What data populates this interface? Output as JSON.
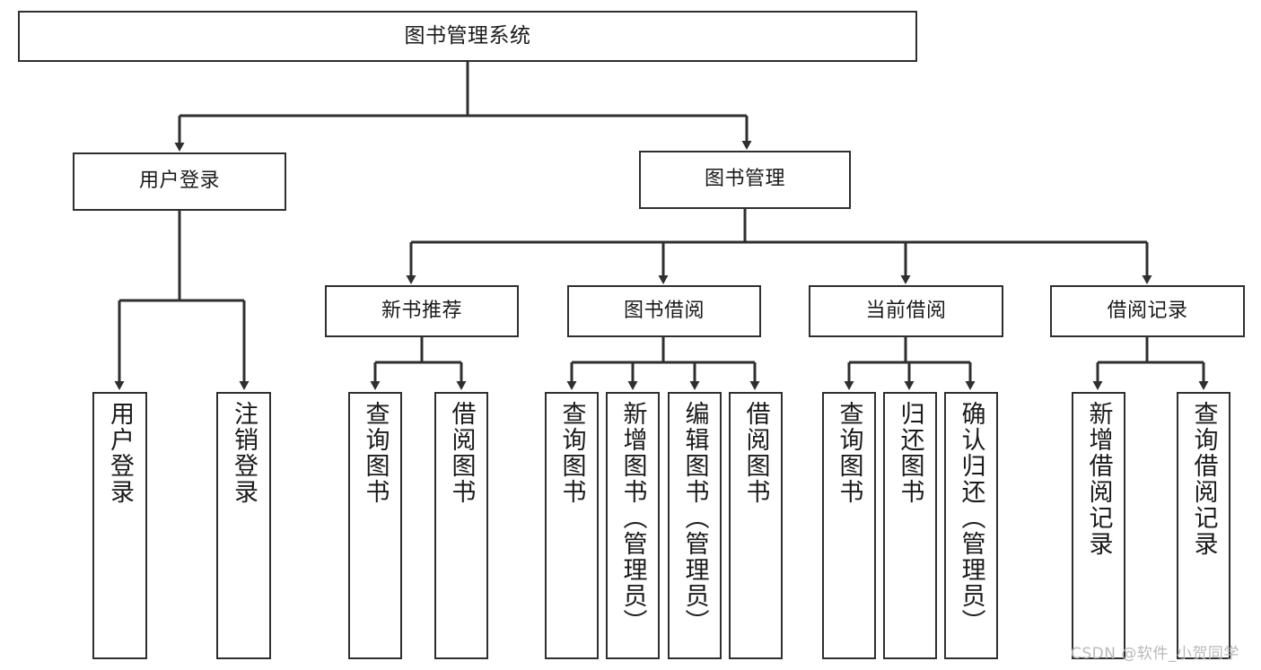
{
  "diagram": {
    "title": "图书管理系统",
    "type": "tree-hierarchy-chart",
    "orientation": "top-down",
    "colors": {
      "stroke": "#2f2f2f",
      "fill": "#ffffff",
      "text": "#1a1a1a",
      "watermark": "#b9b9b9"
    }
  },
  "nodes": {
    "root": {
      "label": "图书管理系统"
    },
    "level2": [
      {
        "id": "user-login",
        "label": "用户登录"
      },
      {
        "id": "book-manage",
        "label": "图书管理"
      }
    ],
    "level3": [
      {
        "id": "new-book-recommend",
        "label": "新书推荐"
      },
      {
        "id": "book-borrow",
        "label": "图书借阅"
      },
      {
        "id": "current-borrow",
        "label": "当前借阅"
      },
      {
        "id": "borrow-record",
        "label": "借阅记录"
      }
    ],
    "leaves": {
      "user-login": [
        {
          "id": "leaf-user-login",
          "label": "用户登录"
        },
        {
          "id": "leaf-logout-login",
          "label": "注销登录"
        }
      ],
      "new-book-recommend": [
        {
          "id": "leaf-query-book-1",
          "label": "查询图书"
        },
        {
          "id": "leaf-borrow-book-1",
          "label": "借阅图书"
        }
      ],
      "book-borrow": [
        {
          "id": "leaf-query-book-2",
          "label": "查询图书"
        },
        {
          "id": "leaf-add-book",
          "label": "新增图书（管理员）"
        },
        {
          "id": "leaf-edit-book",
          "label": "编辑图书（管理员）"
        },
        {
          "id": "leaf-borrow-book-2",
          "label": "借阅图书"
        }
      ],
      "current-borrow": [
        {
          "id": "leaf-query-book-3",
          "label": "查询图书"
        },
        {
          "id": "leaf-return-book",
          "label": "归还图书"
        },
        {
          "id": "leaf-confirm-return",
          "label": "确认归还（管理员）"
        }
      ],
      "borrow-record": [
        {
          "id": "leaf-add-record",
          "label": "新增借阅记录"
        },
        {
          "id": "leaf-query-record",
          "label": "查询借阅记录"
        }
      ]
    }
  },
  "watermark": {
    "text": "CSDN @软件_小贺同学"
  }
}
